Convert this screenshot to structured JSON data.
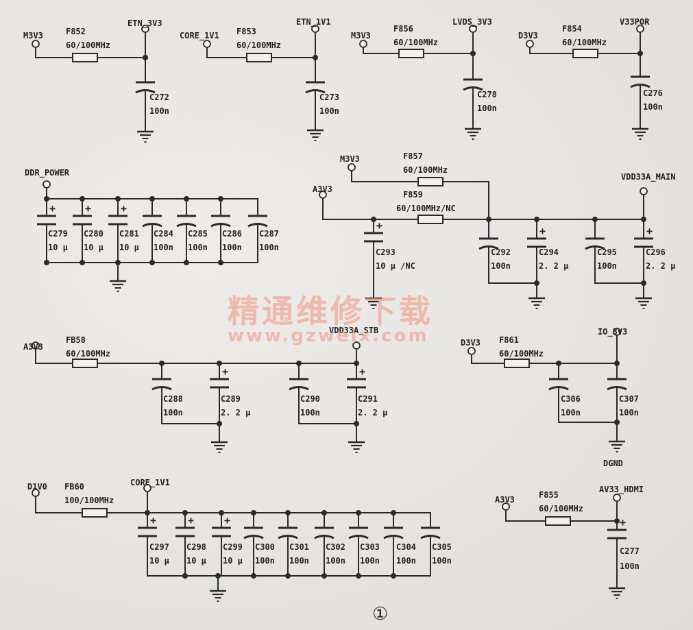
{
  "labels": {
    "L1": "M3V3",
    "L2": "F852",
    "L3": "60/100MHz",
    "L4": "ETN_3V3",
    "L5": "C272",
    "L6": "100n",
    "L7": "CORE_1V1",
    "L8": "F853",
    "L9": "60/100MHz",
    "L10": "ETN_1V1",
    "L11": "C273",
    "L12": "100n",
    "L13": "M3V3",
    "L14": "F856",
    "L15": "60/100MHz",
    "L16": "LVDS_3V3",
    "L17": "C278",
    "L18": "100n",
    "L19": "D3V3",
    "L20": "F854",
    "L21": "60/100MHz",
    "L22": "V33POR",
    "L23": "C276",
    "L24": "100n",
    "L25": "DDR_POWER",
    "L26": "C279",
    "L27": "10 μ",
    "L28": "C280",
    "L29": "10 μ",
    "L30": "C281",
    "L31": "10 μ",
    "L32": "C284",
    "L33": "100n",
    "L34": "C285",
    "L35": "100n",
    "L36": "C286",
    "L37": "100n",
    "L38": "C287",
    "L39": "100n",
    "L40": "M3V3",
    "L41": "F857",
    "L42": "60/100MHz",
    "L43": "A3V3",
    "L44": "F859",
    "L45": "60/100MHz/NC",
    "L46": "VDD33A_MAIN",
    "L47": "C293",
    "L48": "10 μ /NC",
    "L49": "C292",
    "L50": "100n",
    "L51": "C294",
    "L52": "2. 2 μ",
    "L53": "C295",
    "L54": "100n",
    "L55": "C296",
    "L56": "2. 2 μ",
    "L57": "A3V3",
    "L58": "FB58",
    "L59": "60/100MHz",
    "L60": "VDD33A_STB",
    "L61": "C288",
    "L62": "100n",
    "L63": "C289",
    "L64": "2. 2 μ",
    "L65": "C290",
    "L66": "100n",
    "L67": "C291",
    "L68": "2. 2 μ",
    "L69": "D3V3",
    "L70": "F861",
    "L71": "60/100MHz",
    "L72": "IO_3V3",
    "L73": "C306",
    "L74": "100n",
    "L75": "C307",
    "L76": "100n",
    "L77": "DGND",
    "L78": "D1V0",
    "L79": "FB60",
    "L80": "100/100MHz",
    "L81": "CORE_1V1",
    "L82": "C297",
    "L83": "10 μ",
    "L84": "C298",
    "L85": "10 μ",
    "L86": "C299",
    "L87": "10 μ",
    "L88": "C300",
    "L89": "100n",
    "L90": "C301",
    "L91": "100n",
    "L92": "C302",
    "L93": "100n",
    "L94": "C303",
    "L95": "100n",
    "L96": "C304",
    "L97": "100n",
    "L98": "C305",
    "L99": "100n",
    "L100": "A3V3",
    "L101": "F855",
    "L102": "60/100MHz",
    "L103": "AV33_HDMI",
    "L104": "C277",
    "L105": "100n"
  },
  "watermark": {
    "title": "精通维修下载",
    "url": "www.gzweix.com"
  },
  "figure_number": "①"
}
